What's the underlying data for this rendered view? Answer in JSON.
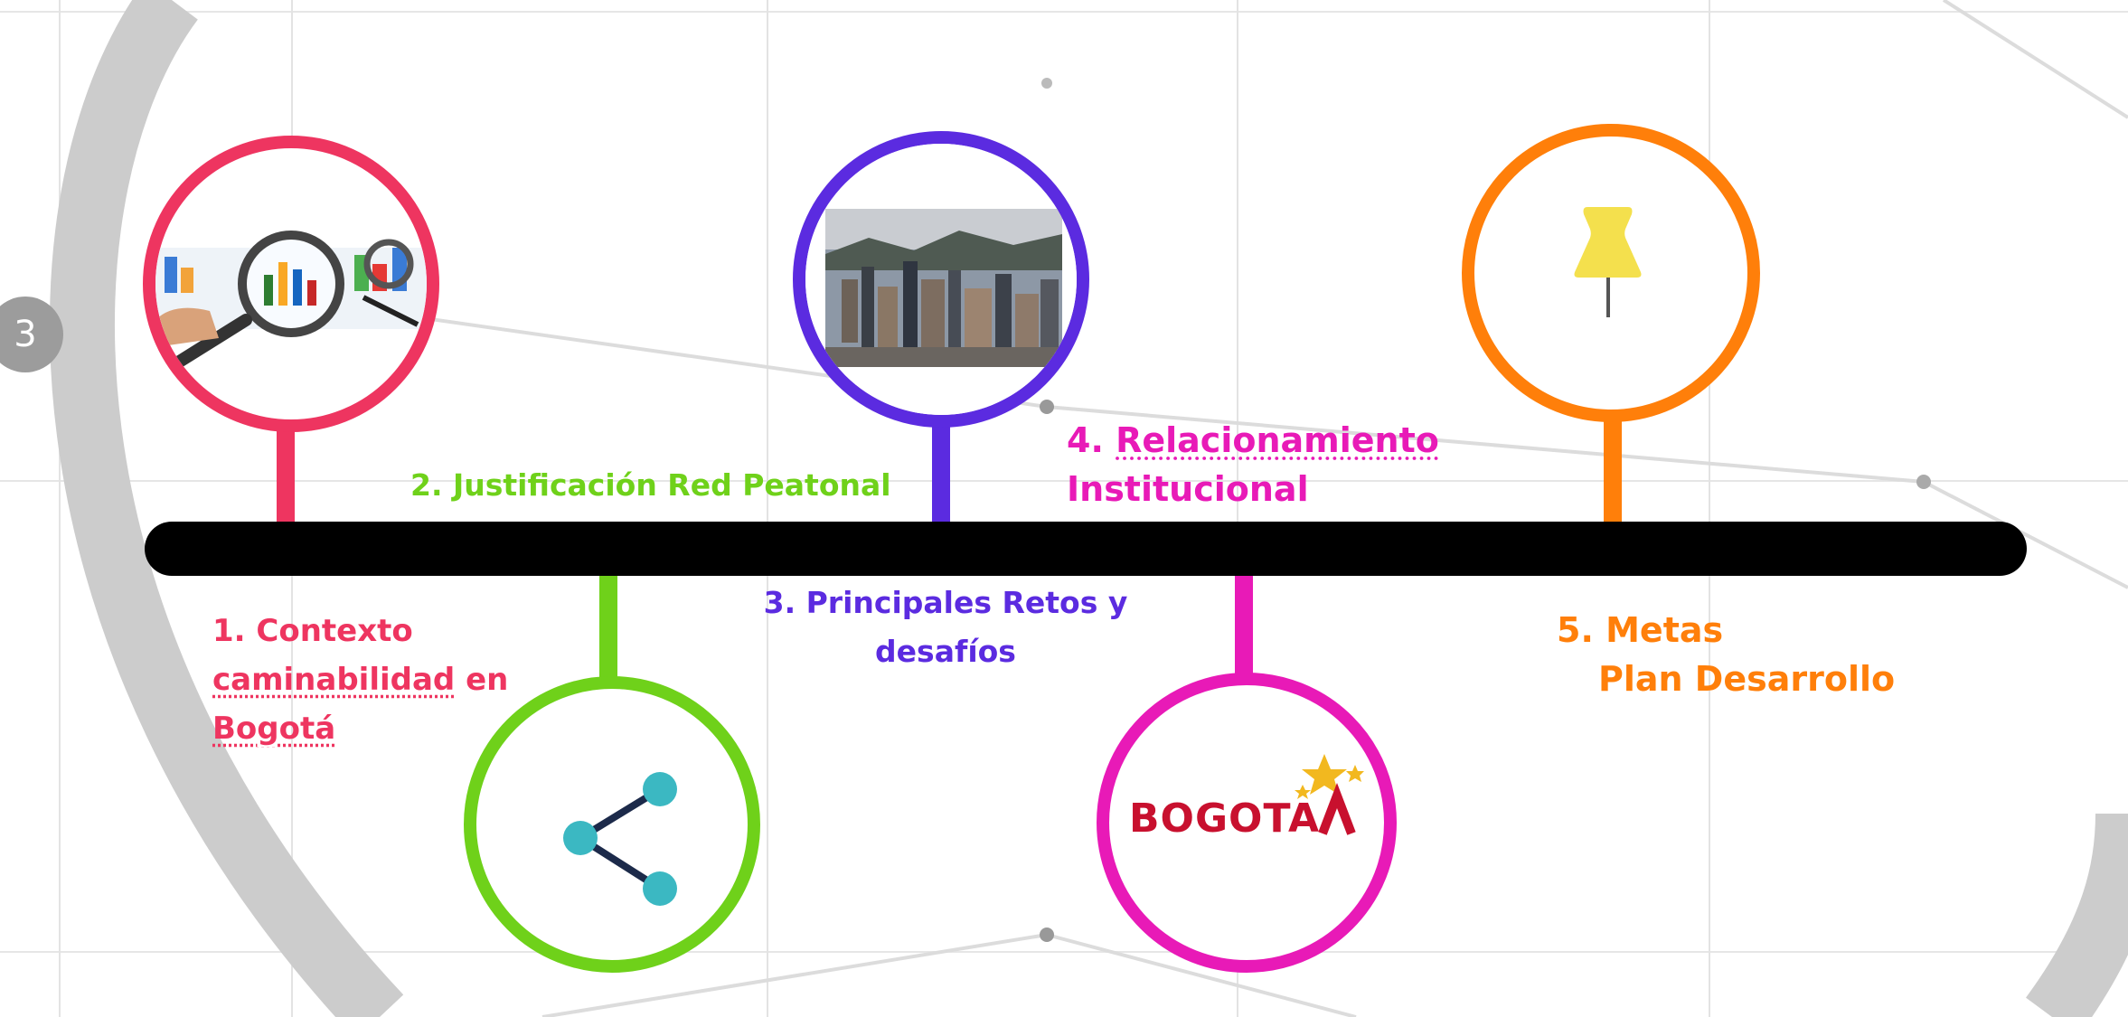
{
  "slide_number": "3",
  "milestones": [
    {
      "id": 1,
      "prefix": "1. Contexto",
      "line2_u": "caminabilidad",
      "line2_rest": " en",
      "line3_u": "Bogotá",
      "color": "#ee3560",
      "image": "magnifier-chart-image"
    },
    {
      "id": 2,
      "text": "2. Justificación Red Peatonal",
      "color": "#6fd11a",
      "icon": "share-icon"
    },
    {
      "id": 3,
      "line1": "3. Principales Retos y",
      "line2": "desafíos",
      "color": "#5b2be0",
      "image": "city-skyline-image"
    },
    {
      "id": 4,
      "line1_num": "4. ",
      "line1_u": "Relacionamiento",
      "line2": "Institucional",
      "color": "#e81ab7",
      "logo_text": "BOGOTA"
    },
    {
      "id": 5,
      "line1": "5. Metas",
      "line2": "Plan Desarrollo",
      "color": "#ff7f0a",
      "icon": "pushpin-icon"
    }
  ],
  "timeline_color": "#000000",
  "logo_red": "#c8102e",
  "share_color": "#3bb8c2",
  "pin_color": "#f4e04d"
}
